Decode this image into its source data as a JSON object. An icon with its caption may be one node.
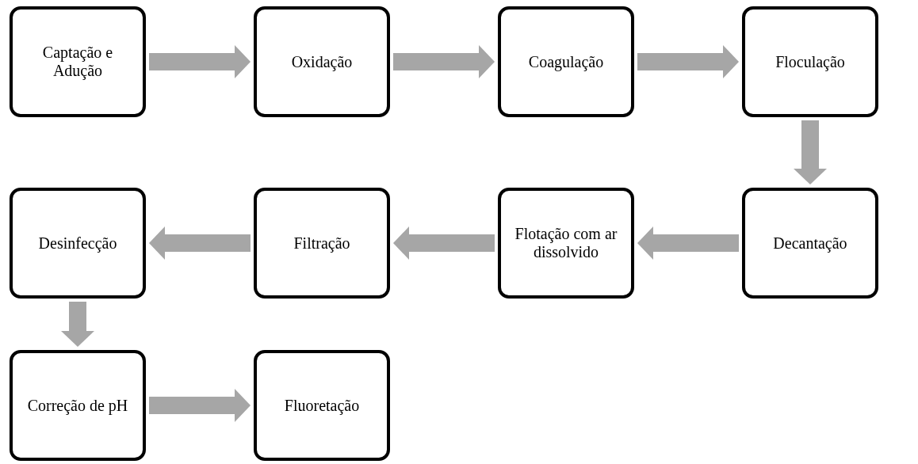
{
  "diagram": {
    "nodes": [
      {
        "text": [
          "Captação e Adução"
        ]
      },
      {
        "text": [
          "Oxidação"
        ]
      },
      {
        "text": [
          "Coagulação"
        ]
      },
      {
        "text": [
          "Floculação"
        ]
      },
      {
        "text": [
          "Desinfecção"
        ]
      },
      {
        "text": [
          "Filtração"
        ]
      },
      {
        "text": [
          "Flotação com ar dissolvido"
        ]
      },
      {
        "text": [
          "Decantação"
        ]
      },
      {
        "text": [
          "Correção de pH"
        ]
      },
      {
        "text": [
          "Fluoretação"
        ]
      }
    ],
    "edges": [
      {
        "from": 0,
        "to": 1,
        "arrow": "to"
      },
      {
        "from": 1,
        "to": 2,
        "arrow": "to"
      },
      {
        "from": 2,
        "to": 3,
        "arrow": "to"
      },
      {
        "from": 3,
        "to": 7,
        "arrow": "to"
      },
      {
        "from": 7,
        "to": 6,
        "arrow": "to"
      },
      {
        "from": 6,
        "to": 5,
        "arrow": "to"
      },
      {
        "from": 5,
        "to": 4,
        "arrow": "to"
      },
      {
        "from": 4,
        "to": 8,
        "arrow": "to"
      },
      {
        "from": 8,
        "to": 9,
        "arrow": "to"
      }
    ]
  }
}
